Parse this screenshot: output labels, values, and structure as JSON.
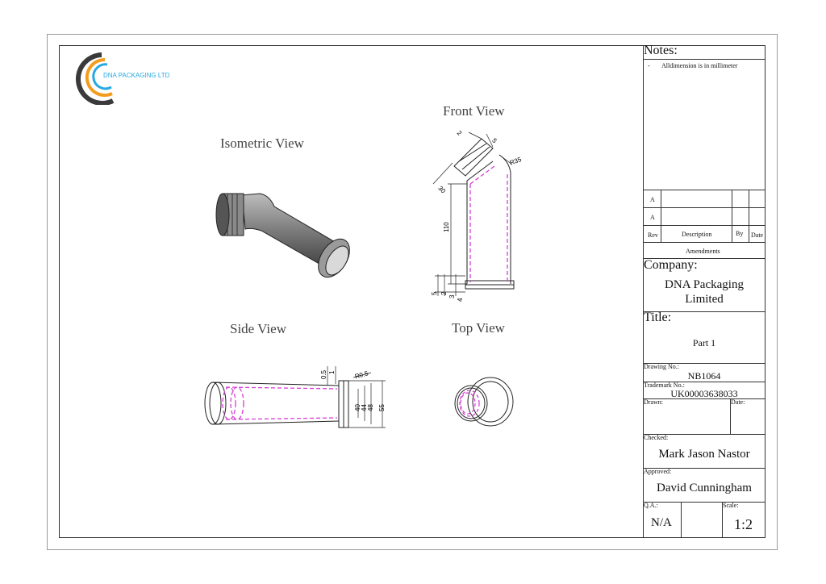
{
  "logo": {
    "text": "DNA PACKAGING LTD",
    "color_dark": "#3a3a3a",
    "color_orange": "#f39c1e",
    "color_blue": "#27a9e1"
  },
  "views": {
    "isometric": "Isometric View",
    "front": "Front View",
    "side": "Side View",
    "top": "Top View"
  },
  "front_dims": {
    "d1": "2",
    "d2": "5",
    "d3": "R35",
    "d4": "30",
    "d5": "110",
    "d6": "5",
    "d7": "2",
    "d8": "3",
    "d9": "4"
  },
  "side_dims": {
    "d1": "0.5",
    "d2": "1",
    "d3": "R0.5",
    "d4": "40",
    "d5": "44",
    "d6": "48",
    "d7": "55"
  },
  "title_block": {
    "notes_label": "Notes:",
    "note_1_dash": "-",
    "note_1": "Alldimension is in millimeter",
    "rev_a1": "A",
    "rev_a2": "A",
    "rev_header": "Rev",
    "desc_header": "Description",
    "by_header": "By",
    "date_header": "Date",
    "amendments": "Amendments",
    "company_label": "Company:",
    "company_line1": "DNA Packaging",
    "company_line2": "Limited",
    "title_label": "Title:",
    "title_value": "Part 1",
    "drawing_no_label": "Drawing No.:",
    "drawing_no": "NB1064",
    "trademark_label": "Trademark No.:",
    "trademark_no": "UK00003638033",
    "drawn_label": "Drawn:",
    "date_label": "Date:",
    "checked_label": "Checked:",
    "checked_value": "Mark Jason Nastor",
    "approved_label": "Approved:",
    "approved_value": "David Cunningham",
    "qa_label": "Q.A.:",
    "qa_value": "N/A",
    "scale_label": "Scale:",
    "scale_value": "1:2"
  },
  "colors": {
    "hidden_line": "#d63fd6",
    "part_fill": "#8c8c8c",
    "part_dark": "#4a4a4a"
  }
}
